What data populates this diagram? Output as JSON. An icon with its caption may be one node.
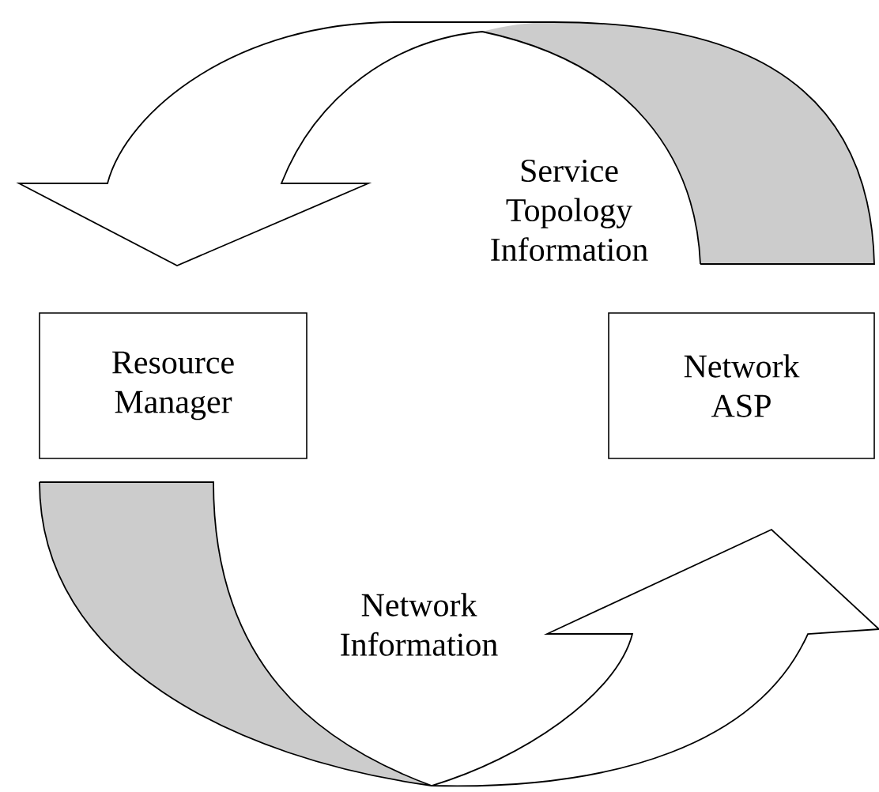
{
  "diagram": {
    "nodes": [
      {
        "text": [
          "Resource Manager"
        ]
      },
      {
        "text": [
          "Network ASP"
        ]
      }
    ],
    "edges": [
      {
        "from": 1,
        "to": 0,
        "arrow": "to",
        "label": "Service Topology Information"
      },
      {
        "from": 0,
        "to": 1,
        "arrow": "to",
        "label": "Network Information"
      }
    ]
  }
}
